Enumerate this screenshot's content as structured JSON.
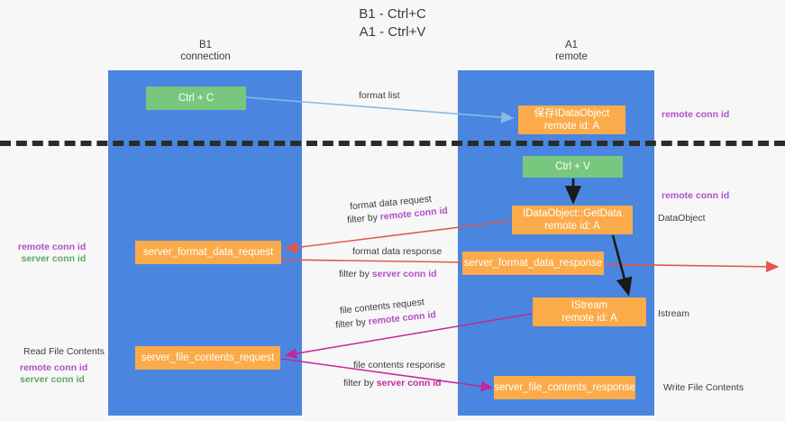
{
  "title": {
    "line1": "B1 - Ctrl+C",
    "line2": "A1 - Ctrl+V"
  },
  "lanes": [
    {
      "name": "B1",
      "role": "connection",
      "color": "#4a86e0"
    },
    {
      "name": "A1",
      "role": "remote",
      "color": "#4a86e0"
    }
  ],
  "colors": {
    "lane": "#4a86e0",
    "green_node": "#79c77f",
    "orange_node": "#fbab49",
    "divider": "#2b2b2b",
    "purple_label": "#b14fc8",
    "green_label": "#5fa766",
    "magenta_label": "#c3279a",
    "arrow_blue": "#8ab8e8",
    "arrow_black": "#1a1a1a",
    "arrow_red": "#e2574c",
    "arrow_magenta": "#c3279a",
    "text": "#3c3c3c"
  },
  "nodes": {
    "ctrl_c": {
      "label": "Ctrl + C"
    },
    "save_idataobject": {
      "label": "保存IDataObject",
      "sub": "remote id: A"
    },
    "ctrl_v": {
      "label": "Ctrl + V"
    },
    "getdata": {
      "label": "IDataObject::GetData",
      "sub": "remote id: A"
    },
    "server_format_data_request": {
      "label": "server_format_data_request"
    },
    "server_format_data_response": {
      "label": "server_format_data_response"
    },
    "istream": {
      "label": "IStream",
      "sub": "remote id: A"
    },
    "server_file_contents_request": {
      "label": "server_file_contents_request"
    },
    "server_file_contents_response": {
      "label": "server_file_contents_response"
    }
  },
  "annotations": {
    "format_list": "format list",
    "format_data_request": "format data request",
    "filter_by": "filter by ",
    "remote_conn_id": "remote conn id",
    "server_conn_id": "server conn id",
    "format_data_response": "format data response",
    "file_contents_request": "file contents request",
    "file_contents_response": "file contents response"
  },
  "right_labels": {
    "remote_conn_id_top": "remote conn id",
    "remote_conn_id_mid": "remote conn id",
    "dataobject": "DataObject",
    "istream": "Istream",
    "write_file_contents": "Write File Contents"
  },
  "left_labels": {
    "remote_conn_id_mid": "remote conn id",
    "server_conn_id_mid": "server conn id",
    "read_file_contents": "Read File Contents",
    "remote_conn_id_bot": "remote conn id",
    "server_conn_id_bot": "server conn id"
  }
}
